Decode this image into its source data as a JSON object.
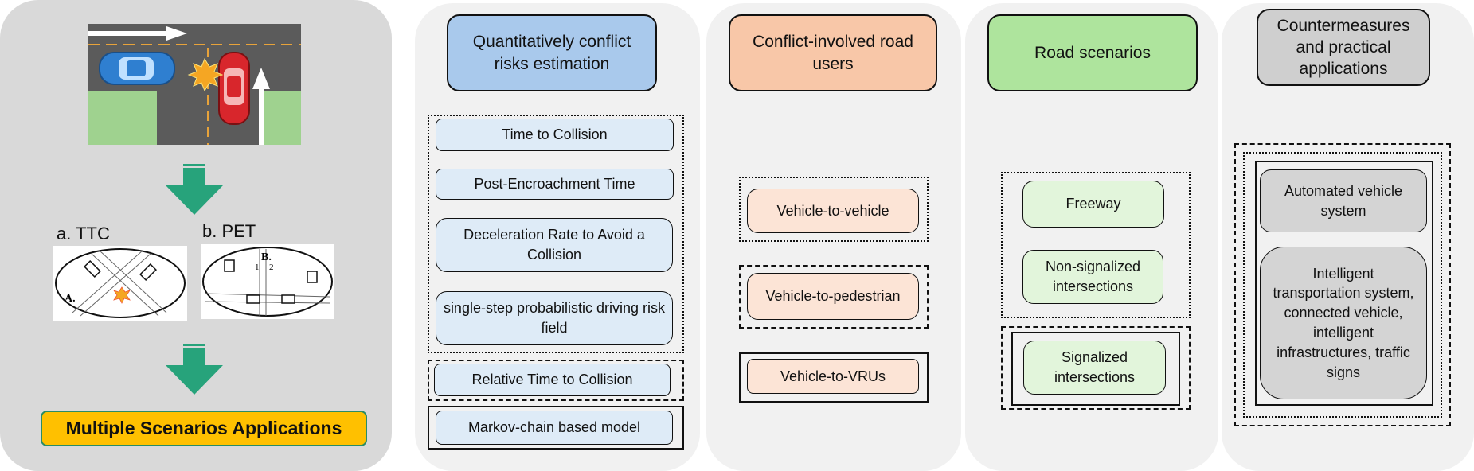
{
  "left_panel": {
    "label_a": "a. TTC",
    "label_b": "b. PET",
    "diagram_a_letter": "A.",
    "diagram_b_letter": "B.",
    "diagram_b_lane_1": "1",
    "diagram_b_lane_2": "2",
    "applications_label": "Multiple Scenarios Applications",
    "arrow_color": "#27a37b",
    "road_color": "#5b5b5b",
    "grass_color": "#9fd28f"
  },
  "columns": [
    {
      "header": "Quantitatively conflict risks estimation",
      "items": [
        "Time to Collision",
        "Post-Encroachment Time",
        "Deceleration Rate to Avoid a Collision",
        "single-step probabilistic driving risk field",
        "Relative Time to Collision",
        "Markov-chain based model"
      ]
    },
    {
      "header": "Conflict-involved road users",
      "items": [
        "Vehicle-to-vehicle",
        "Vehicle-to-pedestrian",
        "Vehicle-to-VRUs"
      ]
    },
    {
      "header": "Road scenarios",
      "items": [
        "Freeway",
        "Non-signalized intersections",
        "Signalized intersections"
      ]
    },
    {
      "header": "Countermeasures and practical applications",
      "items": [
        "Automated vehicle system",
        "Intelligent transportation system, connected vehicle, intelligent infrastructures, traffic signs"
      ]
    }
  ]
}
